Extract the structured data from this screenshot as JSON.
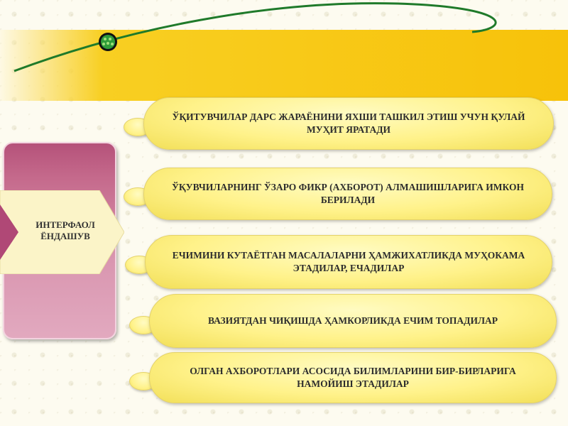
{
  "diagram": {
    "center_label": "ИНТЕРФАОЛ ЁНДАШУВ",
    "items": [
      {
        "text": "ЎҚИТУВЧИЛАР ДАРС ЖАРАЁНИНИ ЯХШИ ТАШКИЛ ЭТИШ УЧУН ҚУЛАЙ МУҲИТ ЯРАТАДИ"
      },
      {
        "text": "ЎҚУВЧИЛАРНИНГ ЎЗАРО ФИКР (АХБОРОТ) АЛМАШИШЛАРИГА ИМКОН БЕРИЛАДИ"
      },
      {
        "text": "ЕЧИМИНИ КУТАЁТГАН МАСАЛАЛАРНИ ҲАМЖИХАТЛИКДА МУҲОКАМА ЭТАДИЛАР, ЕЧАДИЛАР"
      },
      {
        "text": "ВАЗИЯТДАН ЧИҚИШДА ҲАМКОРЛИКДА ЕЧИМ ТОПАДИЛАР"
      },
      {
        "text": "ОЛГАН АХБОРОТЛАРИ АСОСИДА БИЛИМЛАРИНИ БИР-БИРЛАРИГА НАМОЙИШ ЭТАДИЛАР"
      }
    ]
  },
  "colors": {
    "banner": "#f7c20a",
    "panel": "#c56a8c",
    "bubble": "#fff28a",
    "curve": "#1f7a2a"
  }
}
